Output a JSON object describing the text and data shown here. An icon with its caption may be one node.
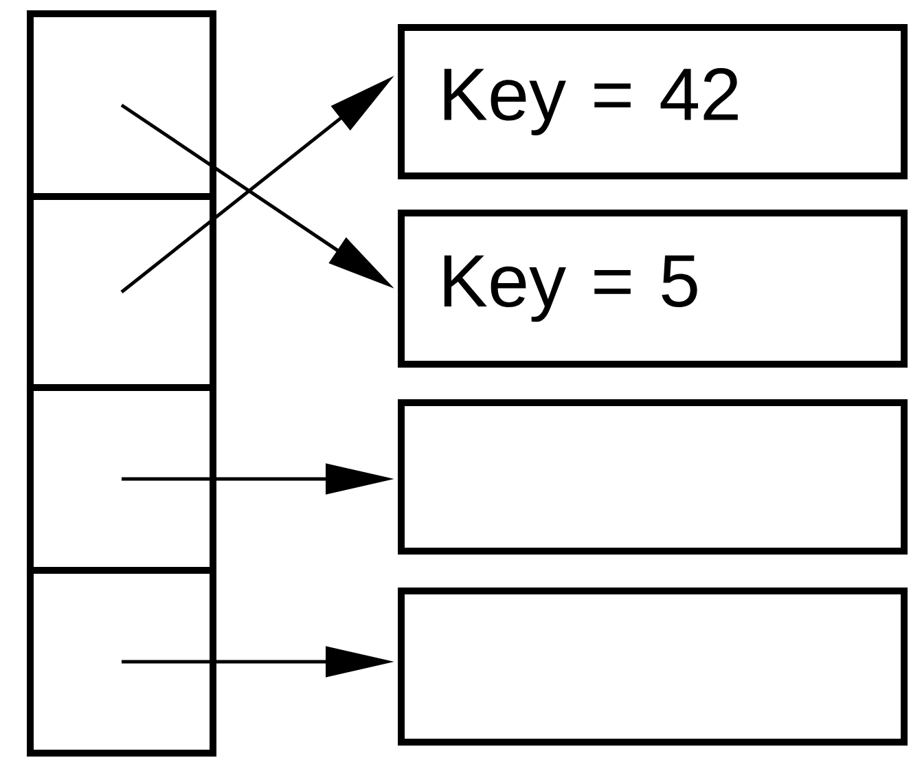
{
  "diagram": {
    "nodes": [
      {
        "text": [],
        "shape": "box"
      },
      {
        "text": [],
        "shape": "box"
      },
      {
        "text": [],
        "shape": "box"
      },
      {
        "text": [],
        "shape": "box"
      },
      {
        "text": [
          "Key = 42"
        ]
      },
      {
        "text": [
          "Key = 5"
        ]
      },
      {
        "text": [],
        "shape": "box"
      },
      {
        "text": [],
        "shape": "box"
      }
    ],
    "edges": [
      {
        "from": 1,
        "to": 4,
        "arrow": "to"
      },
      {
        "from": 0,
        "to": 5,
        "arrow": "to"
      },
      {
        "from": 2,
        "to": 6,
        "arrow": "to"
      },
      {
        "from": 3,
        "to": 7,
        "arrow": "to"
      }
    ]
  }
}
